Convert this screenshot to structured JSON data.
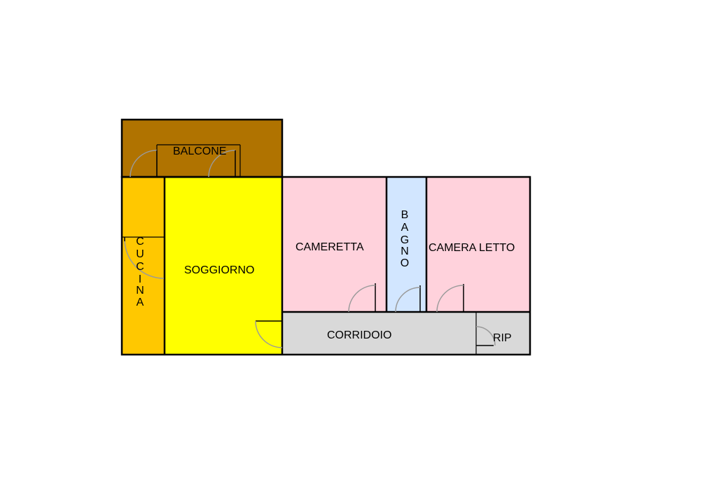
{
  "rooms": {
    "balcone": {
      "label": "BALCONE"
    },
    "cucina": {
      "letters": [
        "C",
        "U",
        "C",
        "I",
        "N",
        "A"
      ]
    },
    "soggiorno": {
      "label": "SOGGIORNO"
    },
    "cameretta": {
      "label": "CAMERETTA"
    },
    "bagno": {
      "letters": [
        "B",
        "A",
        "G",
        "N",
        "O"
      ]
    },
    "camera_letto": {
      "label": "CAMERA LETTO"
    },
    "corridoio": {
      "label": "CORRIDOIO"
    },
    "rip": {
      "label": "RIP"
    }
  },
  "colors": {
    "balcone": "#b07300",
    "cucina": "#ffc800",
    "soggiorno": "#ffff00",
    "camere": "#ffd2dc",
    "bagno": "#d2e6ff",
    "corridoio": "#d9d9d9",
    "walls": "#000000",
    "door_arc": "#9a9a9a"
  }
}
